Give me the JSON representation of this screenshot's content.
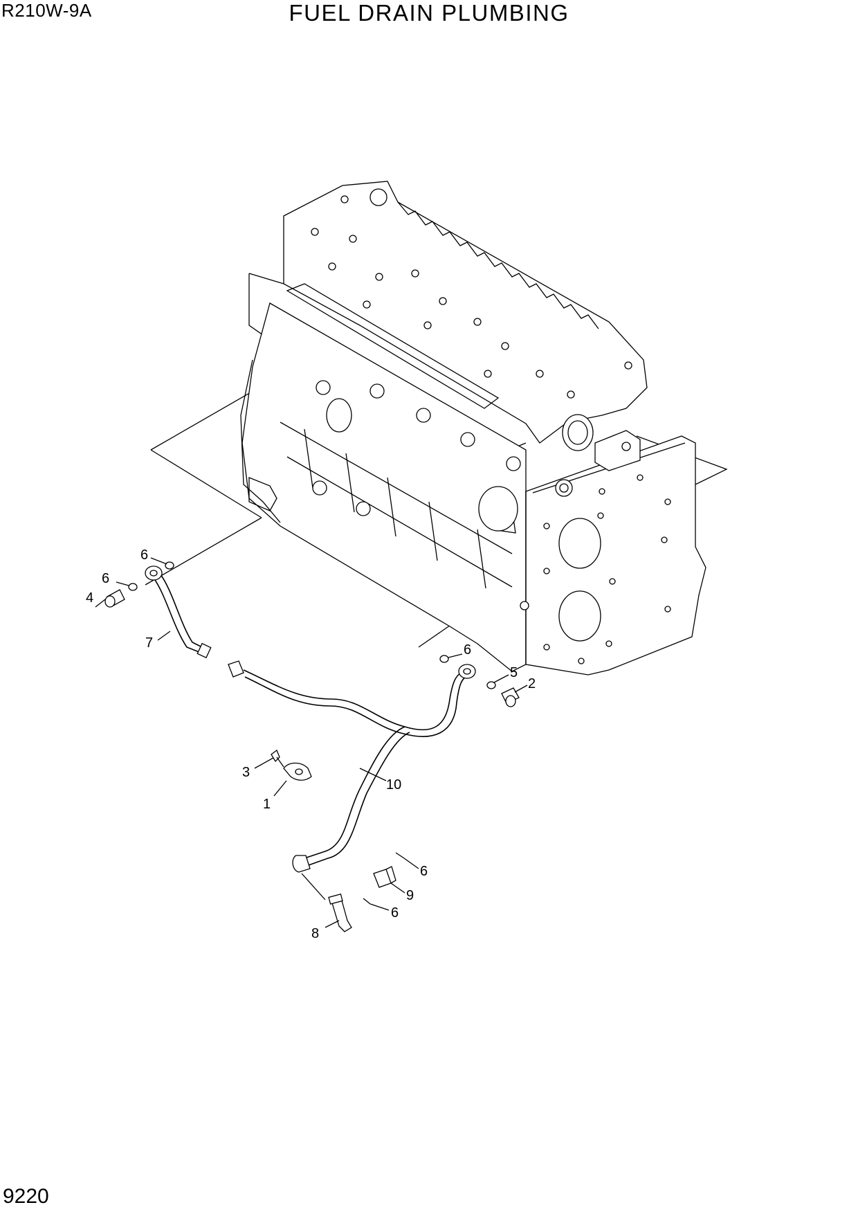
{
  "header": {
    "model": "R210W-9A",
    "title": "FUEL DRAIN PLUMBING"
  },
  "footer": {
    "page_number": "9220"
  },
  "callouts": [
    {
      "label": "6"
    },
    {
      "label": "6"
    },
    {
      "label": "4"
    },
    {
      "label": "7"
    },
    {
      "label": "6"
    },
    {
      "label": "5"
    },
    {
      "label": "2"
    },
    {
      "label": "3"
    },
    {
      "label": "1"
    },
    {
      "label": "10"
    },
    {
      "label": "6"
    },
    {
      "label": "9"
    },
    {
      "label": "6"
    },
    {
      "label": "8"
    }
  ]
}
